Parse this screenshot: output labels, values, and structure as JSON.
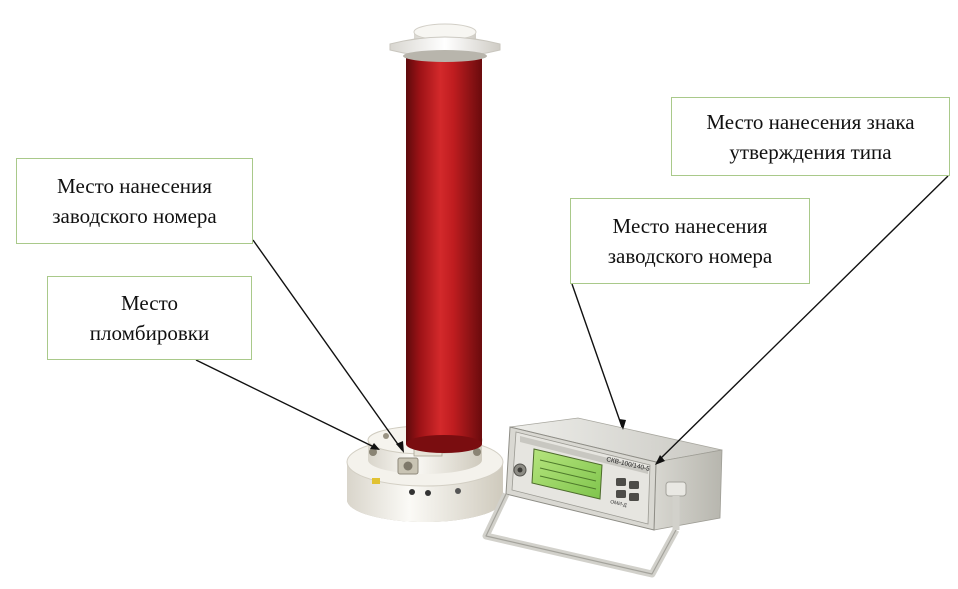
{
  "callouts": {
    "serial_left": {
      "line1": "Место нанесения",
      "line2": "заводского номера"
    },
    "seal": {
      "line1": "Место",
      "line2": "пломбировки"
    },
    "serial_right": {
      "line1": "Место нанесения",
      "line2": "заводского номера"
    },
    "type_mark": {
      "line1": "Место нанесения знака",
      "line2": "утверждения типа"
    }
  },
  "device": {
    "panel_title": "СКВ-100/140-5",
    "front_label": "ОМИ-Д"
  },
  "colors": {
    "column_red": "#b3161a",
    "callout_border": "#a9c98a",
    "screen_green": "#9fd86a",
    "base_white": "#f1eee6"
  }
}
